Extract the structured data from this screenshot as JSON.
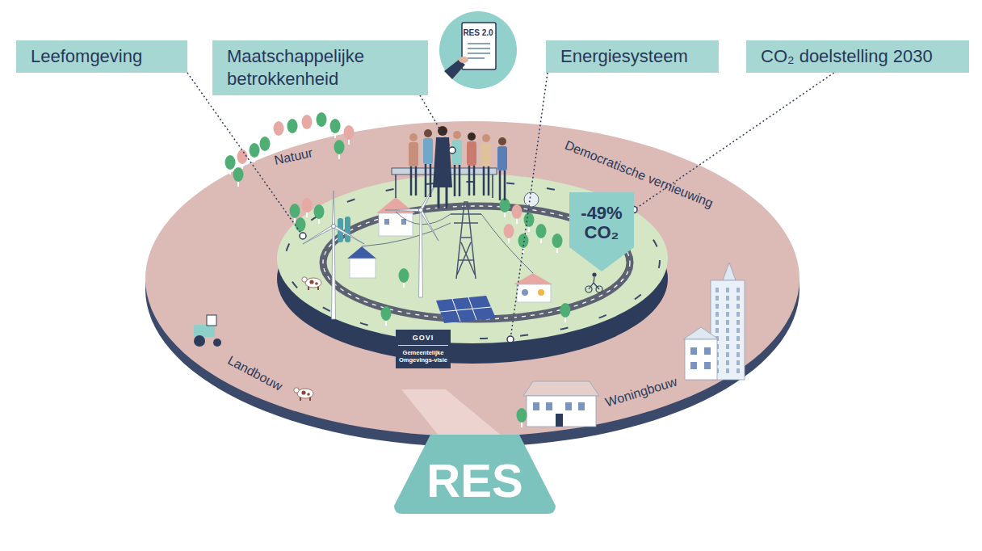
{
  "diagram": {
    "nodes": [
      {
        "text": [
          "Leefomgeving"
        ]
      },
      {
        "text": [
          "Maatschappelijke betrokkenheid"
        ]
      },
      {
        "text": [
          "RES 2.0"
        ]
      },
      {
        "text": [
          "Energiesysteem"
        ]
      },
      {
        "text": [
          "CO₂ doelstelling 2030"
        ]
      },
      {
        "text": [
          "-49% CO₂"
        ]
      },
      {
        "text": [
          "GOVI",
          "Gemeentelijke Omgevings-visie"
        ]
      },
      {
        "text": [
          "RES"
        ]
      }
    ],
    "edges": [
      {
        "from": 4,
        "to": 5,
        "arrow": "none"
      }
    ],
    "labels": [
      "Natuur",
      "Democratische vernieuwing",
      "Landbouw",
      "Woningbouw"
    ]
  }
}
